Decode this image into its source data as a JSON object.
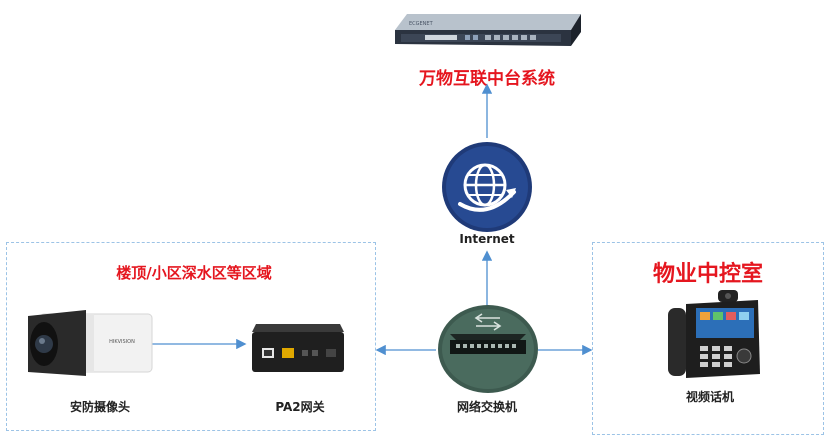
{
  "platform": {
    "device_label": "ECGENET",
    "title": "万物互联中台系统"
  },
  "internet": {
    "label": "Internet"
  },
  "switch": {
    "label": "网络交换机"
  },
  "left_zone": {
    "title": "楼顶/小区深水区等区域",
    "camera": {
      "brand": "HIKVISION",
      "label": "安防摄像头"
    },
    "gateway": {
      "label": "PA2网关"
    }
  },
  "right_zone": {
    "title": "物业中控室",
    "phone": {
      "label": "视频话机"
    }
  },
  "colors": {
    "title_red": "#e5161f",
    "line_blue": "#4f8fd0",
    "zone_border": "#9cc3e6",
    "globe_navy": "#1f3a78",
    "switch_green": "#3d5a4f"
  },
  "icons": [
    "server-appliance-icon",
    "globe-icon",
    "camera-icon",
    "gateway-icon",
    "switch-icon",
    "video-phone-icon"
  ]
}
